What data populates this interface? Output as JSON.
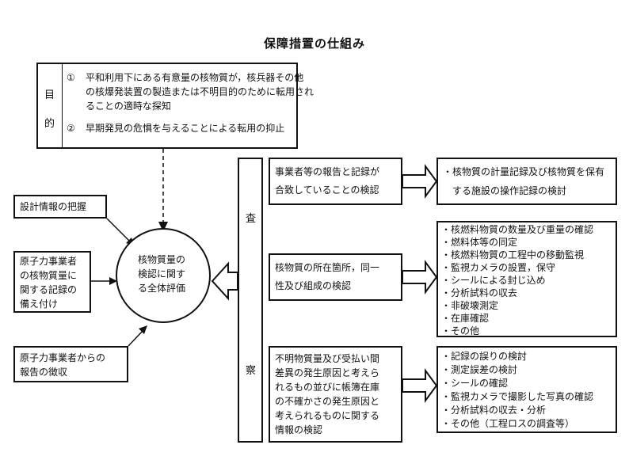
{
  "title": "保障措置の仕組み",
  "purpose": {
    "label_1": "目",
    "label_2": "的",
    "item1_num": "①",
    "item1_lines": [
      "平和利用下にある有意量の核物質が，核兵器その他",
      "の核爆発装置の製造または不明目的のために転用され",
      "ることの適時な探知"
    ],
    "item2_num": "②",
    "item2_text": "早期発見の危惧を与えることによる転用の抑止"
  },
  "inputs": [
    {
      "lines": [
        "設計情報の把握"
      ]
    },
    {
      "lines": [
        "原子力事業者",
        "の核物質量に",
        "関する記録の",
        "備え付け"
      ]
    },
    {
      "lines": [
        "原子力事業者からの",
        "報告の徴収"
      ]
    }
  ],
  "center": {
    "lines": [
      "核物質量の",
      "検認に関す",
      "る全体評価"
    ]
  },
  "inspection": {
    "label_1": "査",
    "label_2": "察"
  },
  "checks": [
    {
      "lines": [
        "事業者等の報告と記録が",
        "合致していることの検認"
      ]
    },
    {
      "lines": [
        "核物質の所在箇所，同一",
        "性及び組成の検認"
      ]
    },
    {
      "lines": [
        "不明物質量及び受払い間",
        "差異の発生原因と考えら",
        "れるもの並びに帳簿在庫",
        "の不確かさの発生原因と",
        "考えられるものに関する",
        "情報の検認"
      ]
    }
  ],
  "details": [
    {
      "items": [
        "核物質の計量記録及び核物質を保有",
        "する施設の操作記録の検討"
      ]
    },
    {
      "items": [
        "核燃料物質の数量及び重量の確認",
        "燃料体等の同定",
        "核燃料物質の工程中の移動監視",
        "監視カメラの設置，保守",
        "シールによる封じ込め",
        "分析試料の収去",
        "非破壊測定",
        "在庫確認",
        "その他"
      ]
    },
    {
      "items": [
        "記録の誤りの検討",
        "測定誤差の検討",
        "シールの確認",
        "監視カメラで撮影した写真の確認",
        "分析試料の収去・分析",
        "その他（工程ロスの調査等）"
      ]
    }
  ]
}
